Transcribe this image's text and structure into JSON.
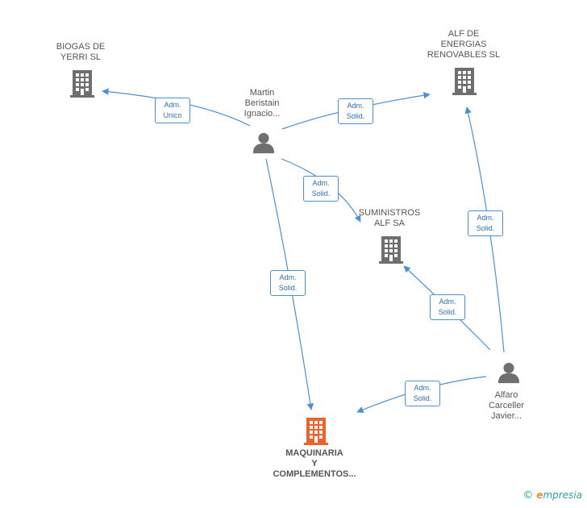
{
  "nodes": {
    "biogas": {
      "label_lines": [
        "BIOGAS DE",
        "YERRI SL"
      ],
      "type": "company"
    },
    "alf_energias": {
      "label_lines": [
        "ALF DE",
        "ENERGIAS",
        "RENOVABLES SL"
      ],
      "type": "company"
    },
    "suministros": {
      "label_lines": [
        "SUMINISTROS",
        "ALF SA"
      ],
      "type": "company"
    },
    "maquinaria": {
      "label_lines": [
        "MAQUINARIA",
        "Y",
        "COMPLEMENTOS..."
      ],
      "type": "company-focus"
    },
    "martin": {
      "label_lines": [
        "Martin",
        "Beristain",
        "Ignacio..."
      ],
      "type": "person"
    },
    "alfaro": {
      "label_lines": [
        "Alfaro",
        "Carceller",
        "Javier..."
      ],
      "type": "person"
    }
  },
  "edges": [
    {
      "from": "martin",
      "to": "biogas",
      "label_lines": [
        "Adm.",
        "Unico"
      ]
    },
    {
      "from": "martin",
      "to": "alf_energias",
      "label_lines": [
        "Adm.",
        "Solid."
      ]
    },
    {
      "from": "martin",
      "to": "suministros",
      "label_lines": [
        "Adm.",
        "Solid."
      ]
    },
    {
      "from": "martin",
      "to": "maquinaria",
      "label_lines": [
        "Adm.",
        "Solid."
      ]
    },
    {
      "from": "alfaro",
      "to": "alf_energias",
      "label_lines": [
        "Adm.",
        "Solid."
      ]
    },
    {
      "from": "alfaro",
      "to": "suministros",
      "label_lines": [
        "Adm.",
        "Solid."
      ]
    },
    {
      "from": "alfaro",
      "to": "maquinaria",
      "label_lines": [
        "Adm.",
        "Solid."
      ]
    }
  ],
  "colors": {
    "edge": "#4a90d9",
    "company_icon": "#6f6f6f",
    "focus_icon": "#f0622b",
    "person_icon": "#6f6f6f"
  },
  "footer": {
    "copyright": "©",
    "brand_initial": "e",
    "brand_rest": "mpresia"
  }
}
